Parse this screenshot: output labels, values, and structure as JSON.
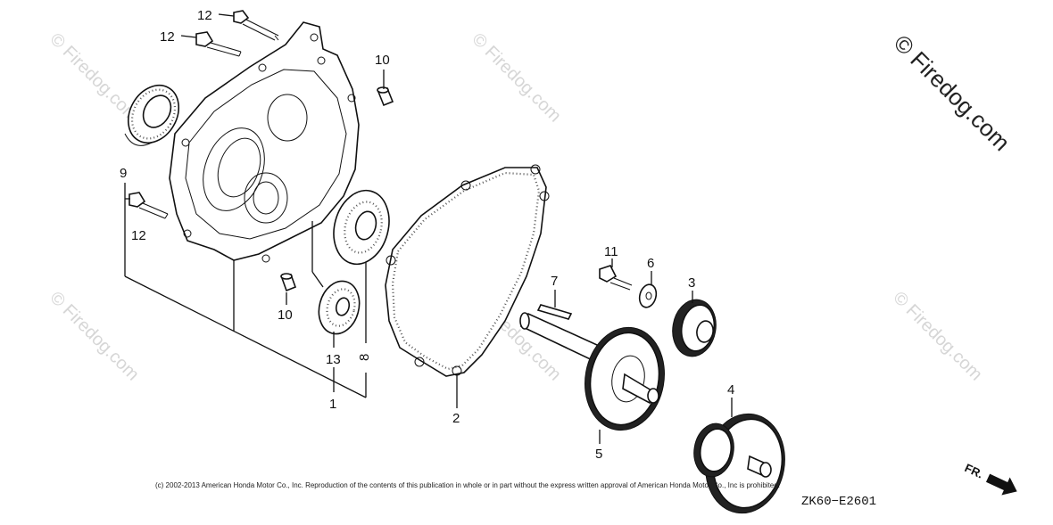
{
  "watermark": {
    "text": "© Firedog.com",
    "corner_text": "© Firedog.com"
  },
  "callouts": {
    "c1": "1",
    "c2": "2",
    "c3": "3",
    "c4": "4",
    "c5": "5",
    "c6": "6",
    "c7": "7",
    "c8": "8",
    "c9": "9",
    "c10a": "10",
    "c10b": "10",
    "c11": "11",
    "c12a": "12",
    "c12b": "12",
    "c12c": "12",
    "c13": "13"
  },
  "footer": {
    "copyright": "(c) 2002-2013 American Honda Motor Co., Inc. Reproduction of the contents of this publication in whole or in part without the express written approval of American Honda Motor Co., Inc is prohibited.",
    "diagram_code": "ZK60−E2601",
    "direction_label": "FR."
  }
}
